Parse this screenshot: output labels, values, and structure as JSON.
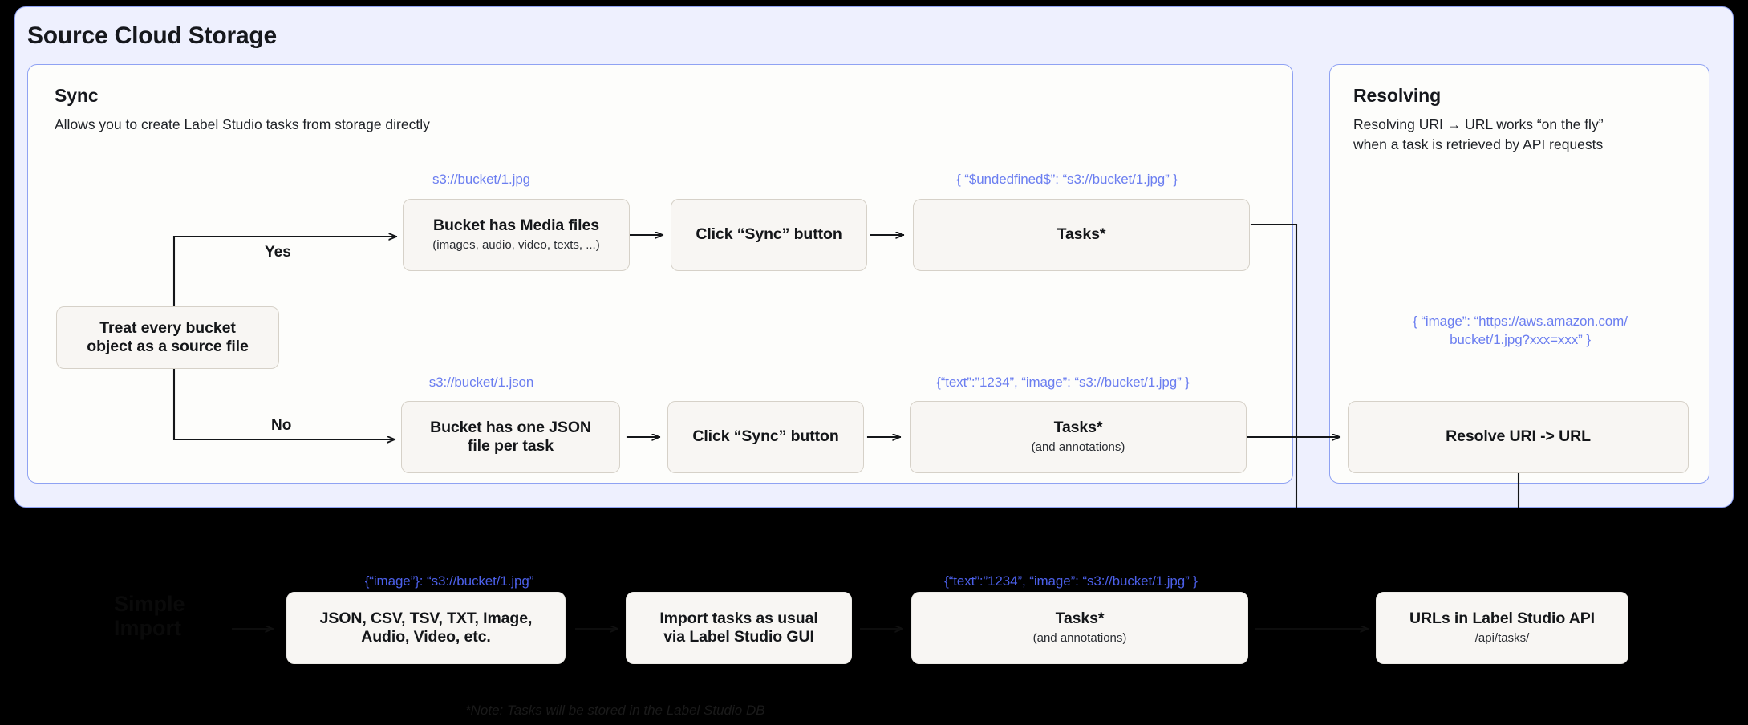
{
  "outer_panel": {
    "title": "Source Cloud Storage"
  },
  "sync_card": {
    "title": "Sync",
    "subtitle": "Allows you to create Label Studio tasks from storage directly"
  },
  "resolving_card": {
    "title": "Resolving",
    "subtitle": "Resolving URI → URL works “on the fly”\nwhen a task is retrieved by API requests"
  },
  "branches": {
    "yes_label": "Yes",
    "no_label": "No"
  },
  "nodes": {
    "source_file": {
      "title": "Treat every bucket\nobject as a source file"
    },
    "bucket_media": {
      "title": "Bucket has Media files",
      "subtitle": "(images, audio, video, texts, ...)"
    },
    "sync_button_top": {
      "title": "Click “Sync” button"
    },
    "tasks_top": {
      "title": "Tasks*"
    },
    "bucket_json": {
      "title": "Bucket has one JSON\nfile per task"
    },
    "sync_button_bottom": {
      "title": "Click “Sync” button"
    },
    "tasks_bottom": {
      "title": "Tasks*",
      "subtitle": "(and annotations)"
    },
    "resolve_uri": {
      "title": "Resolve URI -> URL"
    },
    "file_formats": {
      "title": "JSON, CSV, TSV, TXT, Image,\nAudio, Video, etc."
    },
    "import_gui": {
      "title": "Import tasks as usual\nvia Label Studio GUI"
    },
    "tasks_import": {
      "title": "Tasks*",
      "subtitle": "(and annotations)"
    },
    "urls_api": {
      "title": "URLs in Label Studio API",
      "subtitle": "/api/tasks/"
    }
  },
  "annotations": {
    "uri_jpg": "s3://bucket/1.jpg",
    "task_undefined": "{ “$undedfined$”: “s3://bucket/1.jpg” }",
    "uri_json": "s3://bucket/1.json",
    "task_text_image": "{“text”:”1234”,  “image”: “s3://bucket/1.jpg” }",
    "resolved_url": "{ “image”: “https://aws.amazon.com/\nbucket/1.jpg?xxx=xxx” }",
    "import_image": "{“image”}: “s3://bucket/1.jpg”",
    "import_text_image": "{“text”:”1234”,  “image”: “s3://bucket/1.jpg” }"
  },
  "bottom_section": {
    "caption": "Simple\nImport",
    "note": "*Note: Tasks will be stored in the Label Studio DB"
  },
  "colors": {
    "panel_bg": "#eef0fe",
    "panel_border": "#8fa2f3",
    "card_bg": "#fdfdfb",
    "node_bg": "#f8f6f3",
    "node_border": "#d6d1c8",
    "accent_blue": "#6b7ef0",
    "background": "#000000",
    "text": "#141619"
  }
}
